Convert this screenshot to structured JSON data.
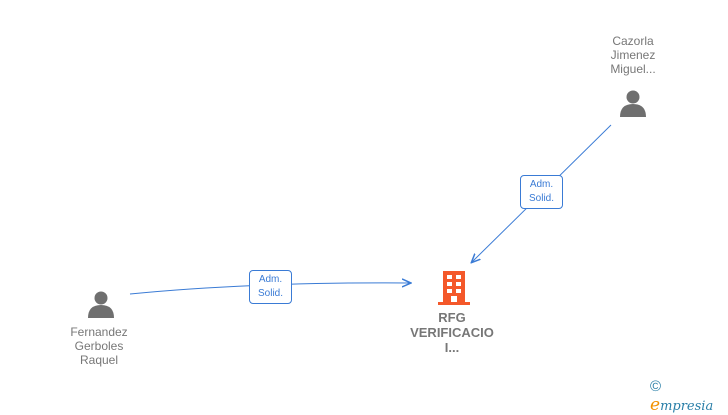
{
  "nodes": {
    "company": {
      "name_lines": [
        "RFG",
        "VERIFICACIO",
        "I..."
      ],
      "icon": "building-icon",
      "color": "#f4582a"
    },
    "person1": {
      "name_lines": [
        "Cazorla",
        "Jimenez",
        "Miguel..."
      ],
      "icon": "person-icon"
    },
    "person2": {
      "name_lines": [
        "Fernandez",
        "Gerboles",
        "Raquel"
      ],
      "icon": "person-icon"
    }
  },
  "edges": [
    {
      "from": "person2",
      "to": "company",
      "label_lines": [
        "Adm.",
        "Solid."
      ]
    },
    {
      "from": "person1",
      "to": "company",
      "label_lines": [
        "Adm.",
        "Solid."
      ]
    }
  ],
  "colors": {
    "edge": "#3a7bd5",
    "person": "#6f6f6f",
    "company": "#f4582a"
  },
  "watermark": {
    "symbol": "©",
    "brand_first": "e",
    "brand_rest": "mpresia"
  }
}
